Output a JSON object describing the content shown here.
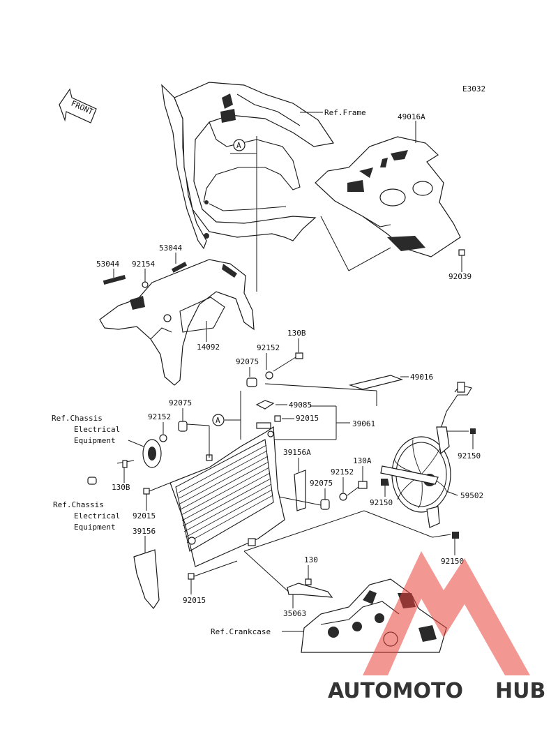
{
  "diagram_code": "E3032",
  "front_label": "FRONT",
  "callout_a": "A",
  "labels": {
    "ref_frame": "Ref.Frame",
    "ref_chassis_1": [
      "Ref.Chassis",
      "Electrical",
      "Equipment"
    ],
    "ref_chassis_2": [
      "Ref.Chassis",
      "Electrical",
      "Equipment"
    ],
    "ref_crankcase": "Ref.Crankcase"
  },
  "parts": {
    "p49016A": "49016A",
    "p92039": "92039",
    "p53044a": "53044",
    "p53044b": "53044",
    "p92154": "92154",
    "p14092": "14092",
    "p130B_top": "130B",
    "p92152_top": "92152",
    "p92075_top": "92075",
    "p49016": "49016",
    "p49085": "49085",
    "p92015_top": "92015",
    "p39061": "39061",
    "p92075_left": "92075",
    "p92152_left": "92152",
    "p130B_left": "130B",
    "p39156A": "39156A",
    "p130A": "130A",
    "p92152_mid": "92152",
    "p92075_mid": "92075",
    "p92150_top": "92150",
    "p92150_mid": "92150",
    "p59502": "59502",
    "p92015_left": "92015",
    "p39156": "39156",
    "p92150_bot": "92150",
    "p130": "130",
    "p92015_bot": "92015",
    "p35063": "35063"
  },
  "watermark": {
    "text_a": "AUTOMOTO",
    "text_b": "HUB",
    "color_a": "#f2a24a",
    "color_b": "#6b6f74",
    "logo_color": "#e8423c"
  }
}
